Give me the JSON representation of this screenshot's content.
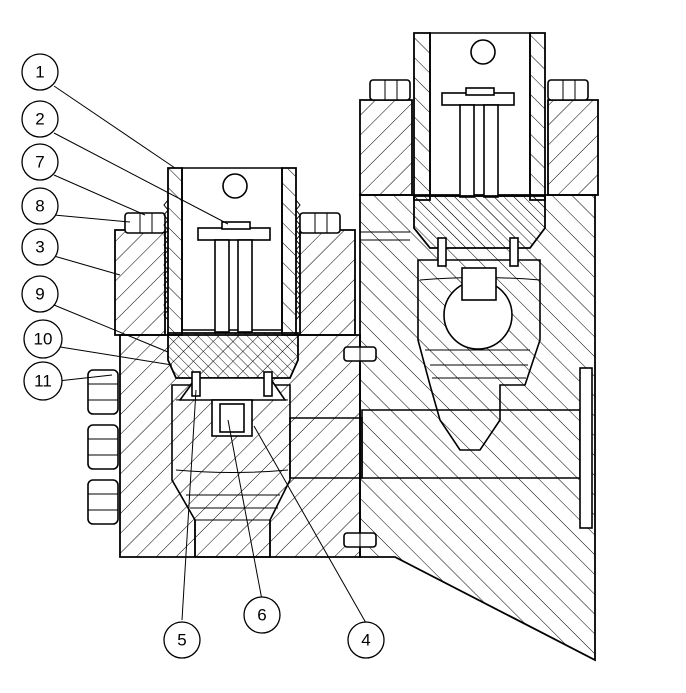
{
  "callouts": [
    {
      "id": "1",
      "label": "1"
    },
    {
      "id": "2",
      "label": "2"
    },
    {
      "id": "7",
      "label": "7"
    },
    {
      "id": "8",
      "label": "8"
    },
    {
      "id": "3",
      "label": "3"
    },
    {
      "id": "9",
      "label": "9"
    },
    {
      "id": "10",
      "label": "10"
    },
    {
      "id": "11",
      "label": "11"
    },
    {
      "id": "5",
      "label": "5"
    },
    {
      "id": "6",
      "label": "6"
    },
    {
      "id": "4",
      "label": "4"
    }
  ],
  "colors": {
    "line": "#000000",
    "background": "#ffffff"
  }
}
